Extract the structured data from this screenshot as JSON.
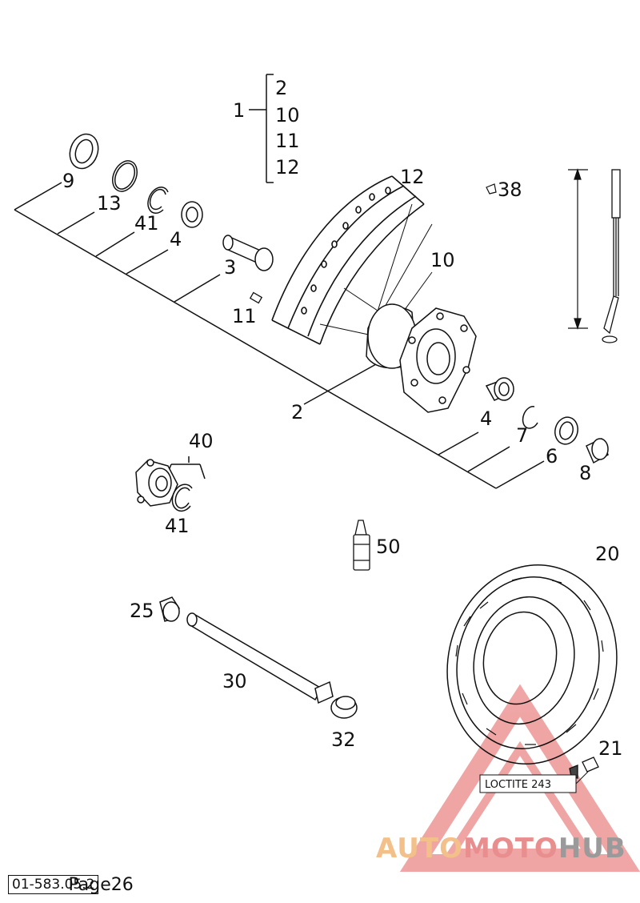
{
  "callouts": {
    "c1": "1",
    "c1_2": "2",
    "c1_10": "10",
    "c1_11": "11",
    "c1_12": "12",
    "c9": "9",
    "c13": "13",
    "c41a": "41",
    "c4a": "4",
    "c3": "3",
    "c11": "11",
    "c12": "12",
    "c10": "10",
    "c38": "38",
    "c2": "2",
    "c4b": "4",
    "c7": "7",
    "c6": "6",
    "c8": "8",
    "c40": "40",
    "c41b": "41",
    "c50": "50",
    "c20": "20",
    "c25": "25",
    "c30": "30",
    "c32": "32",
    "c21": "21"
  },
  "disc_label": "LOCTITE 243",
  "footer": {
    "part_code": "01-583.05.2",
    "page_label": "Page26"
  },
  "watermark": {
    "part_a": "AUTO",
    "part_b": "MOTO",
    "part_c": "HUB"
  },
  "colors": {
    "line": "#111111",
    "watermark_triangle": "#e45c5c",
    "watermark_orange": "#f3b26b"
  }
}
